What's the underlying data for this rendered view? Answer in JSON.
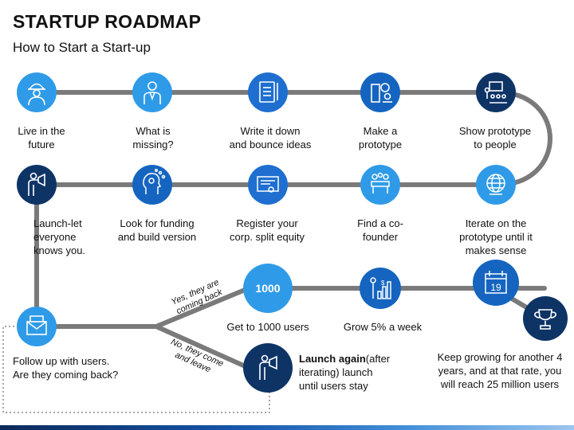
{
  "header": {
    "title": "STARTUP ROADMAP",
    "subtitle": "How to Start a Start-up"
  },
  "colors": {
    "light_blue": "#2f9be8",
    "mid_blue": "#1565c0",
    "navy": "#0e3466",
    "path_gray": "#7a7a7a"
  },
  "steps": [
    {
      "icon": "worker-icon",
      "label_1": "Live in the",
      "label_2": "future"
    },
    {
      "icon": "businessman-icon",
      "label_1": "What is",
      "label_2": "missing?"
    },
    {
      "icon": "notepad-icon",
      "label_1": "Write it down",
      "label_2": "and bounce ideas"
    },
    {
      "icon": "prototype-tools-icon",
      "label_1": "Make a",
      "label_2": "prototype"
    },
    {
      "icon": "presentation-icon",
      "label_1": "Show prototype",
      "label_2": "to people"
    },
    {
      "icon": "globe-icon",
      "label_1": "Iterate on the",
      "label_2": "prototype until it",
      "label_3": "makes sense"
    },
    {
      "icon": "team-meeting-icon",
      "label_1": "Find a co-",
      "label_2": "founder"
    },
    {
      "icon": "certificate-icon",
      "label_1": "Register your",
      "label_2": "corp. split equity"
    },
    {
      "icon": "head-gears-icon",
      "label_1": "Look for funding",
      "label_2": "and build version"
    },
    {
      "icon": "speaker-icon",
      "label_1": "Launch-let",
      "label_2": "everyone",
      "label_3": "knows you."
    },
    {
      "icon": "envelope-icon",
      "label_1": "Follow up with users.",
      "label_2": "Are they coming back?"
    },
    {
      "number": "1000",
      "label_1": "Get to 1000 users"
    },
    {
      "icon": "growth-chart-icon",
      "label_1": "Grow 5% a week"
    },
    {
      "icon": "calendar-icon",
      "calendar_day": "19"
    },
    {
      "icon": "trophy-icon",
      "label_1": "Keep growing for another 4",
      "label_2": "years, and at that rate, you",
      "label_3": "will reach 25 million users"
    },
    {
      "icon": "speaker-icon",
      "label_bold": "Launch again",
      "label_1": "(after",
      "label_2": "iterating) launch",
      "label_3": "until users stay"
    }
  ],
  "branches": {
    "yes_1": "Yes, they are",
    "yes_2": "coming back",
    "no_1": "No, they come",
    "no_2": "and leave"
  }
}
